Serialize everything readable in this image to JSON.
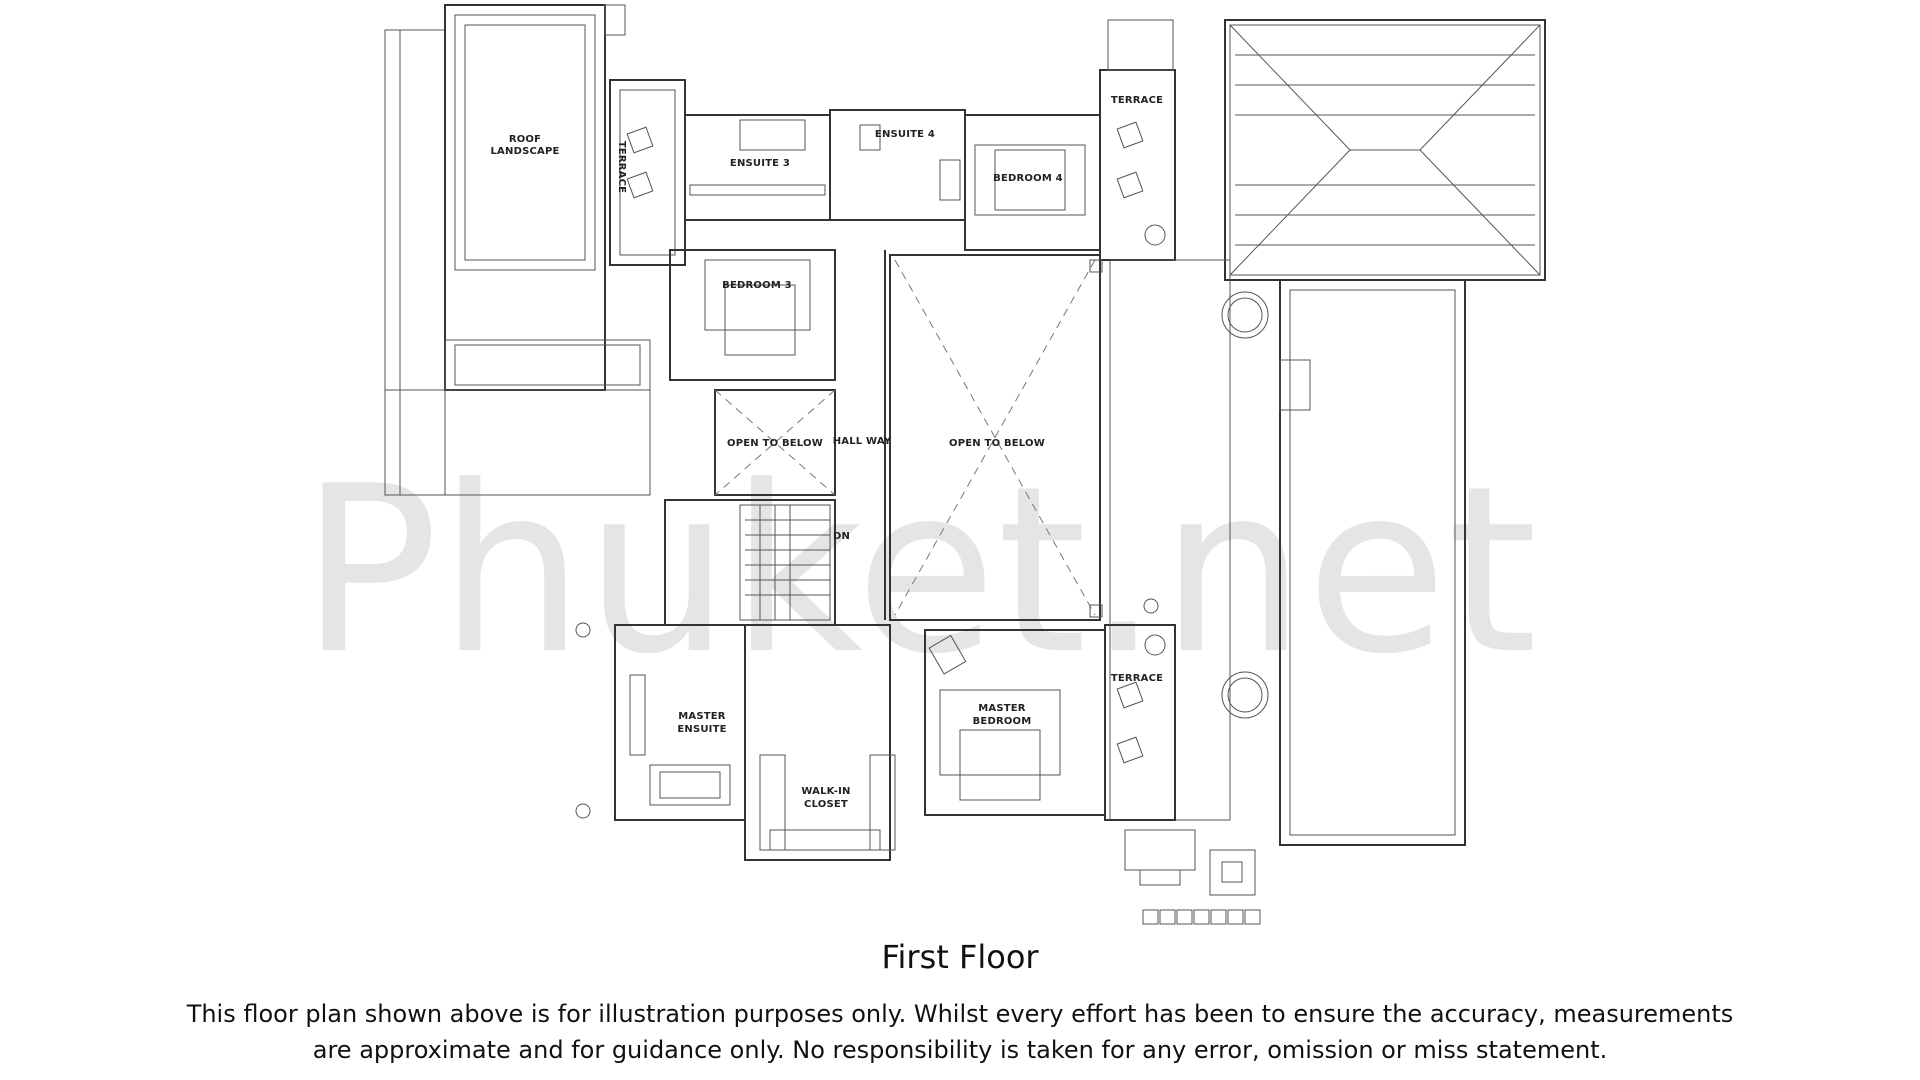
{
  "watermark": "Phuket.net",
  "title": "First Floor",
  "disclaimer": {
    "line1": "This floor plan shown above is for illustration purposes only. Whilst every effort has been to ensure the accuracy, measurements",
    "line2": "are approximate and for guidance only. No responsibility is taken for any error, omission or miss statement."
  },
  "rooms": {
    "roof_landscape_1": "ROOF",
    "roof_landscape_2": "LANDSCAPE",
    "terrace_left": "TERRACE",
    "ensuite3": "ENSUITE 3",
    "ensuite4": "ENSUITE 4",
    "bedroom4": "BEDROOM 4",
    "terrace_top_right": "TERRACE",
    "bedroom3": "BEDROOM 3",
    "open_to_below_left": "OPEN TO BELOW",
    "hallway": "HALL WAY",
    "open_to_below_center": "OPEN TO BELOW",
    "stair_dn": "DN",
    "terrace_bottom_right": "TERRACE",
    "master_ensuite_1": "MASTER",
    "master_ensuite_2": "ENSUITE",
    "master_bedroom_1": "MASTER",
    "master_bedroom_2": "BEDROOM",
    "walkin_1": "WALK-IN",
    "walkin_2": "CLOSET"
  }
}
